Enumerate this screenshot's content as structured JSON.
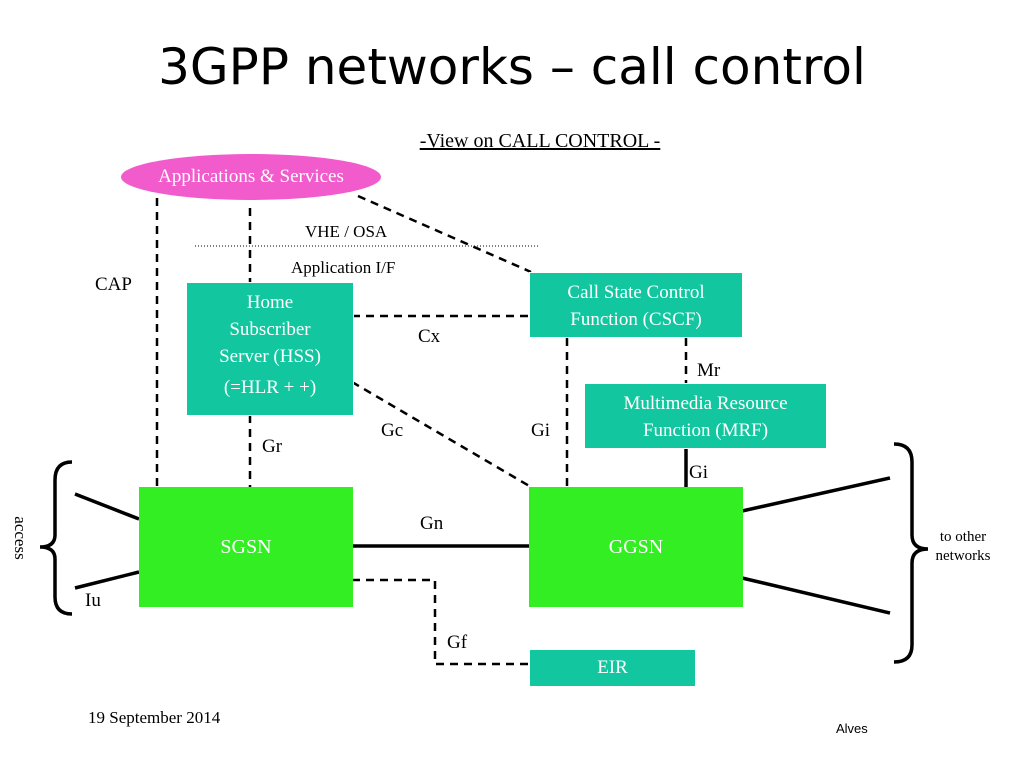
{
  "title": "3GPP networks – call control",
  "subtitle": "-View on CALL CONTROL -",
  "nodes": {
    "apps": "Applications & Services",
    "hss_lines": [
      "Home",
      "Subscriber",
      "Server (HSS)",
      "(=HLR + +)"
    ],
    "cscf_lines": [
      "Call State Control",
      "Function (CSCF)"
    ],
    "mrf_lines": [
      "Multimedia Resource",
      "Function (MRF)"
    ],
    "sgsn": "SGSN",
    "ggsn": "GGSN",
    "eir": "EIR"
  },
  "labels": {
    "vhe_osa": "VHE / OSA",
    "app_if": "Application I/F",
    "cap": "CAP",
    "cx": "Cx",
    "mr": "Mr",
    "gc": "Gc",
    "gi_left": "Gi",
    "gi_right": "Gi",
    "gr": "Gr",
    "gn": "Gn",
    "gf": "Gf",
    "iu": "Iu",
    "access": "access",
    "to_other_1": "to other",
    "to_other_2": "networks"
  },
  "footer": {
    "date": "19 September 2014",
    "author": "Alves"
  },
  "colors": {
    "teal": "#12c7a0",
    "green": "#33ee22",
    "pink": "#f25bcc"
  }
}
